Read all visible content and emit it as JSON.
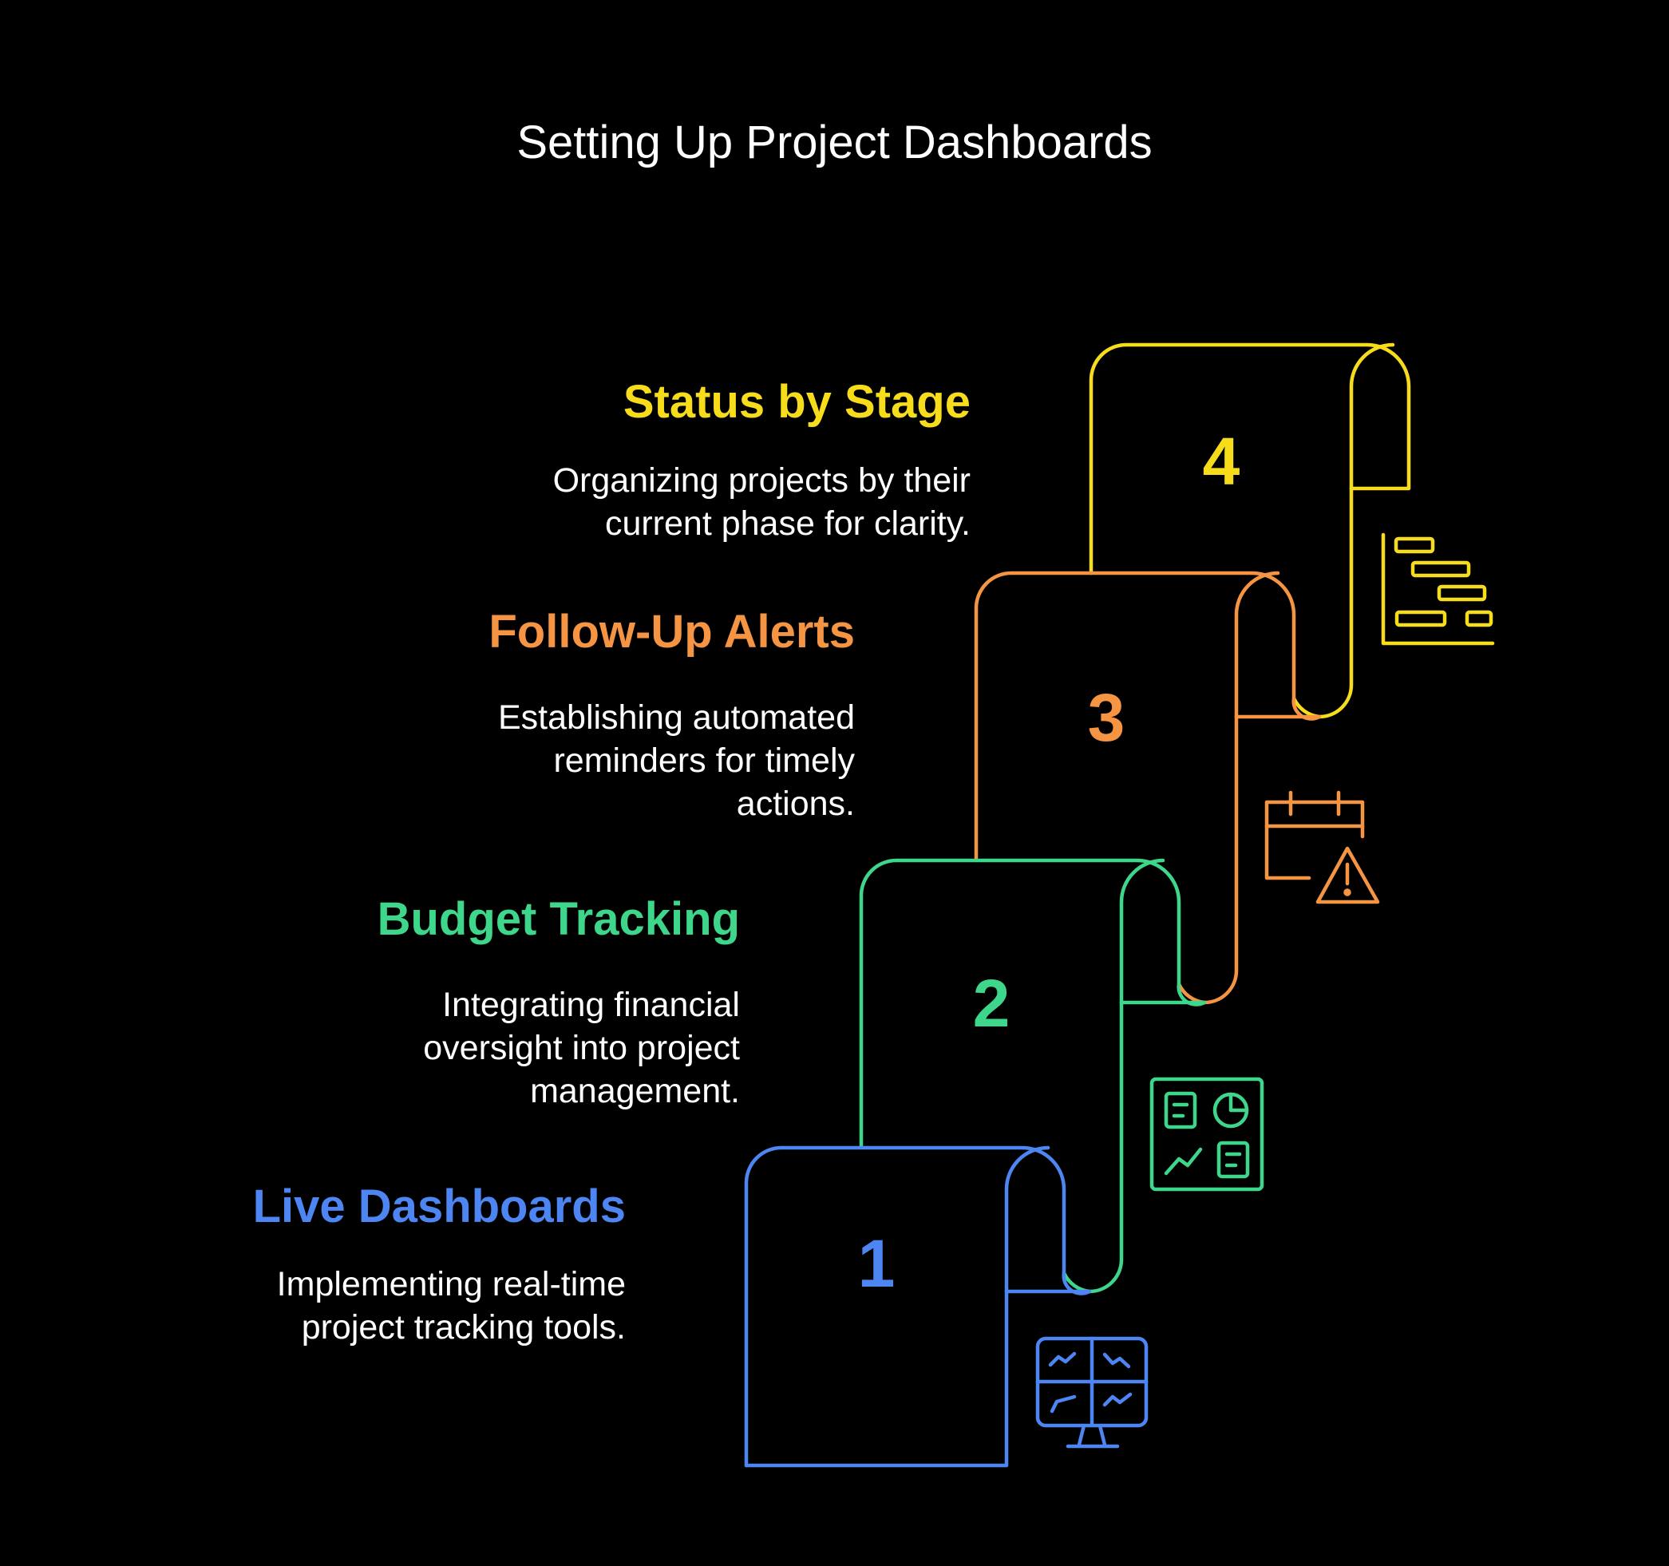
{
  "title": "Setting Up Project Dashboards",
  "colors": {
    "background": "#000000",
    "step1": "#4d86f2",
    "step2": "#3dd68b",
    "step3": "#f59442",
    "step4": "#f7dc1c",
    "text": "#ffffff"
  },
  "steps": [
    {
      "number": "1",
      "heading": "Live Dashboards",
      "description": "Implementing real-time project tracking tools.",
      "icon": "monitor-dashboard-icon"
    },
    {
      "number": "2",
      "heading": "Budget Tracking",
      "description": "Integrating financial oversight into project management.",
      "icon": "financial-dashboard-icon"
    },
    {
      "number": "3",
      "heading": "Follow-Up Alerts",
      "description": "Establishing automated reminders for timely actions.",
      "icon": "calendar-alert-icon"
    },
    {
      "number": "4",
      "heading": "Status by Stage",
      "description": "Organizing projects by their current phase for clarity.",
      "icon": "gantt-chart-icon"
    }
  ]
}
